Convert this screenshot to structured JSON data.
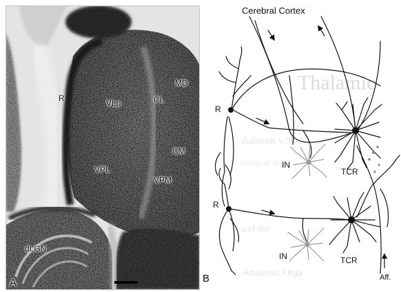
{
  "panel_a": {
    "letter": "A",
    "labels": {
      "R": "R",
      "VLp": "VLp",
      "CL": "CL",
      "MD": "MD",
      "CM": "CM",
      "VPL": "VPL",
      "VPM": "VPM",
      "dLGN": "dLGN"
    }
  },
  "panel_b": {
    "letter": "B",
    "title": "Cerebral Cortex",
    "labels": {
      "R_top": "R",
      "R_bottom": "R",
      "IN_top": "IN",
      "IN_bottom": "IN",
      "TCR_top": "TCR",
      "TCR_bottom": "TCR",
      "aff": "Aff."
    }
  },
  "bleed_through": {
    "heading": "Thalamic",
    "line_1": "thalamus with the",
    "line_2": "cortical and",
    "line_3": "and the",
    "line_4": "Anatomic Orga"
  },
  "colors": {
    "ink": "#111111",
    "interneuron": "#9a9a9a",
    "background": "#ffffff"
  }
}
